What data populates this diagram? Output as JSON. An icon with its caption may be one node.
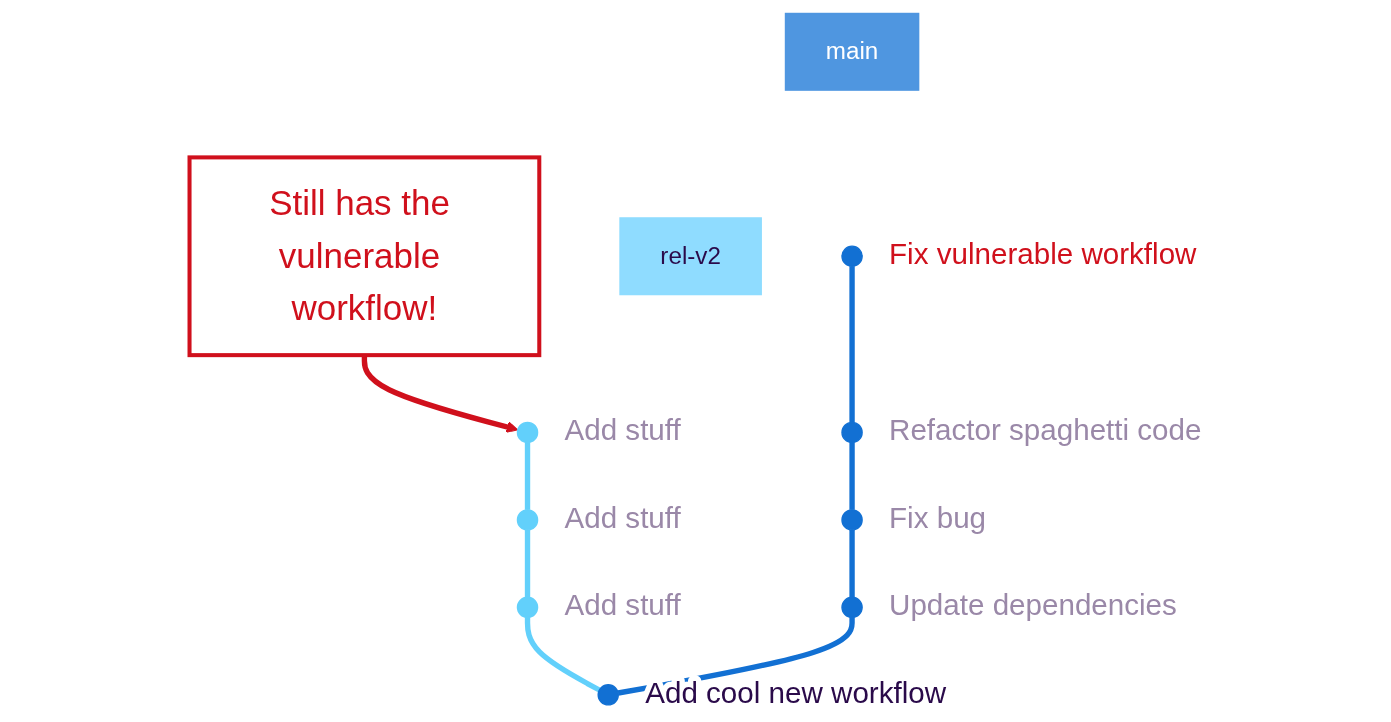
{
  "diagram": {
    "nodes": [
      {
        "text": [
          "rel-v2"
        ]
      },
      {
        "text": [
          "main"
        ]
      },
      {
        "text": [],
        "shape": "circle",
        "beside": [
          "Add stuff"
        ]
      },
      {
        "text": [],
        "shape": "circle",
        "beside": [
          "Add stuff"
        ]
      },
      {
        "text": [],
        "shape": "circle",
        "beside": [
          "Add stuff"
        ]
      },
      {
        "text": [],
        "shape": "circle",
        "beside": [
          "Fix vulnerable workflow"
        ]
      },
      {
        "text": [],
        "shape": "circle",
        "beside": [
          "Refactor spaghetti code"
        ]
      },
      {
        "text": [],
        "shape": "circle",
        "beside": [
          "Fix bug"
        ]
      },
      {
        "text": [],
        "shape": "circle",
        "beside": [
          "Update dependencies"
        ]
      },
      {
        "text": [],
        "shape": "circle",
        "beside": [
          "Add cool new workflow"
        ]
      },
      {
        "text": [
          "Still has the vulnerable workflow!"
        ]
      }
    ],
    "edges": [
      {
        "from": 2,
        "to": 3,
        "arrow": "none",
        "color": "#62d0fb"
      },
      {
        "from": 3,
        "to": 4,
        "arrow": "none",
        "color": "#62d0fb"
      },
      {
        "from": 4,
        "to": 9,
        "arrow": "none",
        "color": "#62d0fb"
      },
      {
        "from": 5,
        "to": 6,
        "arrow": "none"
      },
      {
        "from": 6,
        "to": 7,
        "arrow": "none"
      },
      {
        "from": 7,
        "to": 8,
        "arrow": "none"
      },
      {
        "from": 8,
        "to": 9,
        "arrow": "none"
      },
      {
        "from": 10,
        "to": 2,
        "arrow": "to",
        "color": "#d0101c"
      }
    ]
  }
}
